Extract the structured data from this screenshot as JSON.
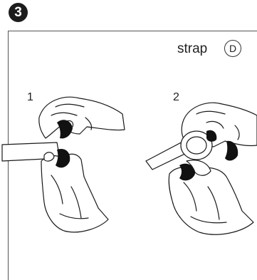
{
  "step": {
    "number": "3"
  },
  "caption": {
    "text": "strap",
    "part_letter": "D"
  },
  "panels": [
    {
      "label": "1"
    },
    {
      "label": "2"
    }
  ]
}
